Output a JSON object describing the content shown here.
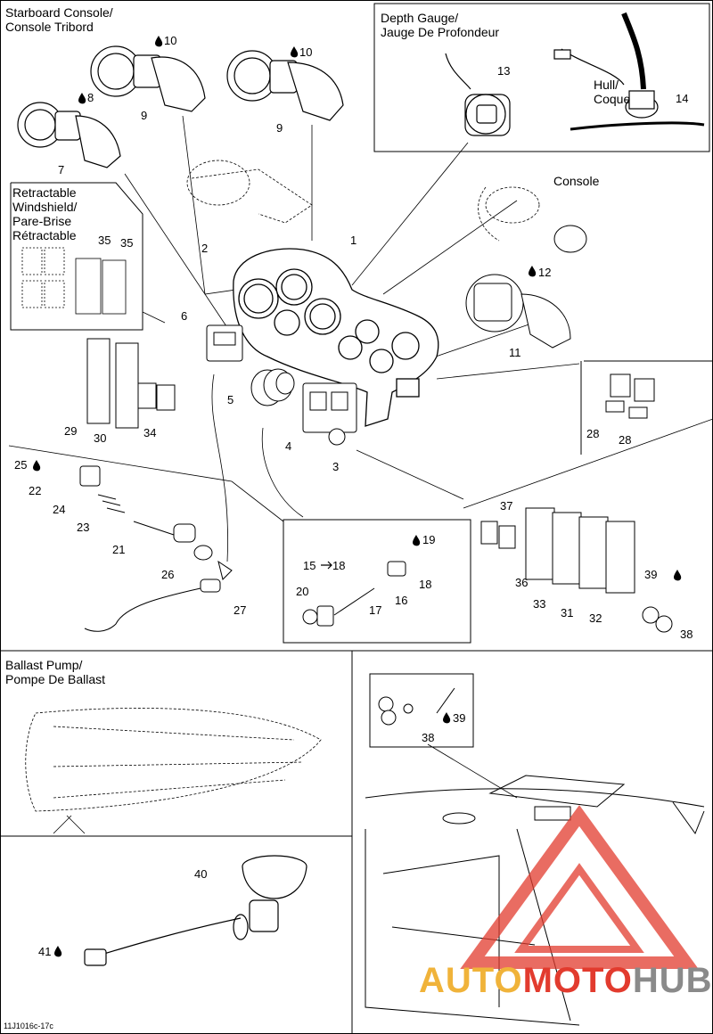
{
  "sections": {
    "starboard_console": "Starboard Console/\nConsole Tribord",
    "depth_gauge": "Depth Gauge/\nJauge De Profondeur",
    "hull": "Hull/\nCoque",
    "console": "Console",
    "retractable": "Retractable\nWindshield/\nPare-Brise\nRétractable",
    "ballast": "Ballast Pump/\nPompe De Ballast"
  },
  "callouts": {
    "c1": "1",
    "c2": "2",
    "c3": "3",
    "c4": "4",
    "c5": "5",
    "c6": "6",
    "c7": "7",
    "c8": "8",
    "c9a": "9",
    "c9b": "9",
    "c10a": "10",
    "c10b": "10",
    "c11": "11",
    "c12": "12",
    "c13": "13",
    "c14": "14",
    "c15": "15",
    "c15b": "18",
    "c16": "16",
    "c17": "17",
    "c18": "18",
    "c19": "19",
    "c20": "20",
    "c21": "21",
    "c22": "22",
    "c23": "23",
    "c24": "24",
    "c25": "25",
    "c26": "26",
    "c27": "27",
    "c28a": "28",
    "c28b": "28",
    "c29": "29",
    "c30": "30",
    "c31": "31",
    "c32": "32",
    "c33": "33",
    "c34": "34",
    "c35a": "35",
    "c35b": "35",
    "c36": "36",
    "c37": "37",
    "c38a": "38",
    "c38b": "38",
    "c39a": "39",
    "c39b": "39",
    "c40": "40",
    "c41": "41"
  },
  "footer": "11J1016c-17c",
  "watermark": {
    "part1": "AUTO",
    "part2": "MOTO",
    "part3": "HUB",
    "color_red": "#e23b2e",
    "color_orange": "#f0b33a",
    "color_gray": "#8a8a8a"
  }
}
